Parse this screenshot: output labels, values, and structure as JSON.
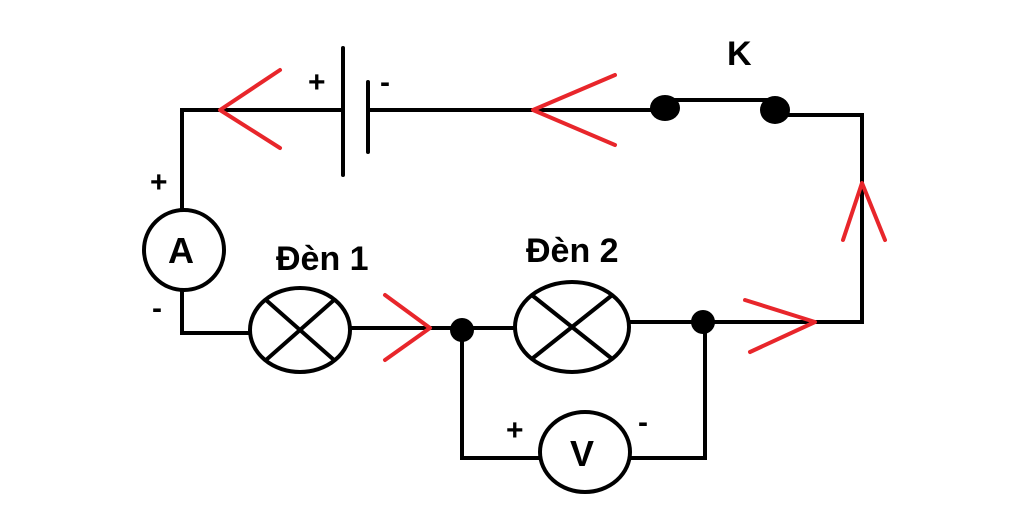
{
  "labels": {
    "switch": "K",
    "battery_plus": "+",
    "battery_minus": "-",
    "ammeter": "A",
    "ammeter_plus": "+",
    "ammeter_minus": "-",
    "lamp1": "Đèn 1",
    "lamp2": "Đèn 2",
    "voltmeter": "V",
    "voltmeter_plus": "+",
    "voltmeter_minus": "-"
  },
  "colors": {
    "wire": "#000000",
    "current_arrow": "#e8262b"
  }
}
